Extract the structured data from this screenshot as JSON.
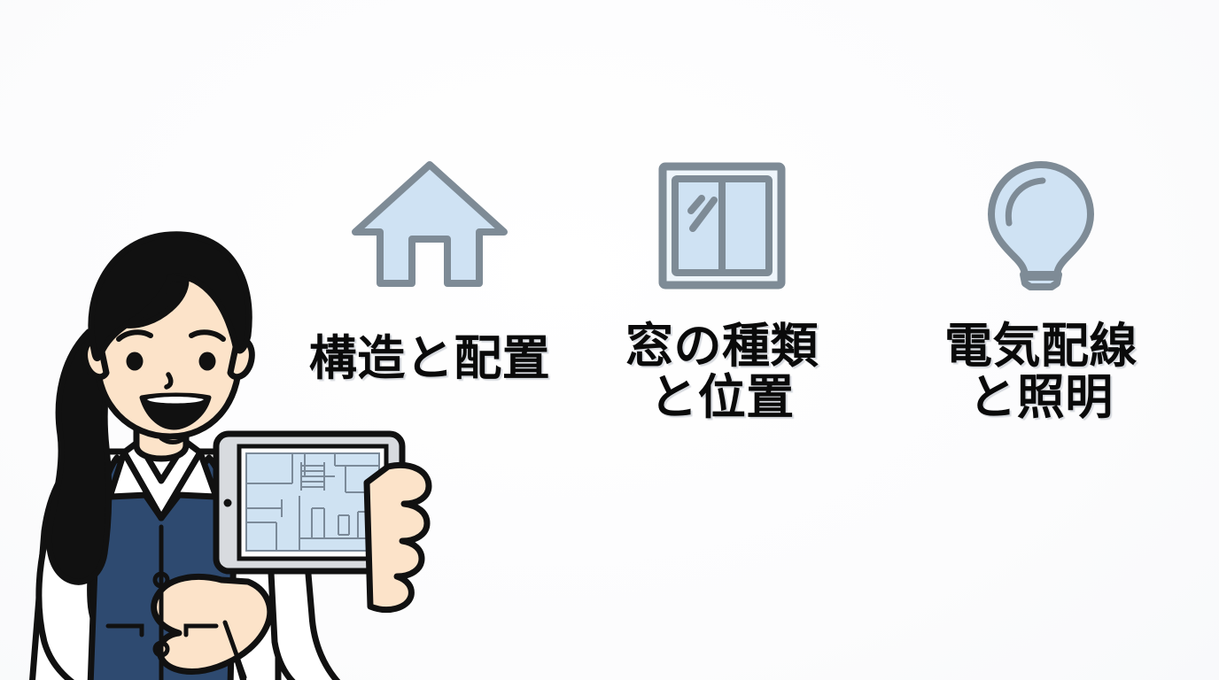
{
  "slide": {
    "background_color": "#fdfdfe",
    "theme": "house-planning-checklist"
  },
  "illustration": {
    "name": "woman-holding-tablet",
    "description_alt": "",
    "colors": {
      "hair": "#111111",
      "skin": "#fce3c9",
      "shirt": "#ffffff",
      "vest": "#2e4a70",
      "outline": "#111111",
      "tablet_bezel": "#d8dbdf",
      "tablet_screen": "#ffffff",
      "floorplan_fill": "#cfe2f2",
      "floorplan_line": "#7b8a99"
    }
  },
  "columns": [
    {
      "id": "structure",
      "icon": "house-icon",
      "label": "構造と配置",
      "icon_fill": "#cfe2f3",
      "icon_stroke": "#7e8b96"
    },
    {
      "id": "window",
      "icon": "window-icon",
      "label": "窓の種類\nと位置",
      "icon_fill": "#cfe2f3",
      "icon_stroke": "#7e8b96"
    },
    {
      "id": "lighting",
      "icon": "lightbulb-icon",
      "label": "電気配線\nと照明",
      "icon_fill": "#cfe2f3",
      "icon_stroke": "#7e8b96"
    }
  ],
  "colors": {
    "accent_blue": "#cfe2f3",
    "icon_gray": "#7e8b96",
    "text_black": "#0a0a0a",
    "vest_navy": "#2e4a70"
  }
}
